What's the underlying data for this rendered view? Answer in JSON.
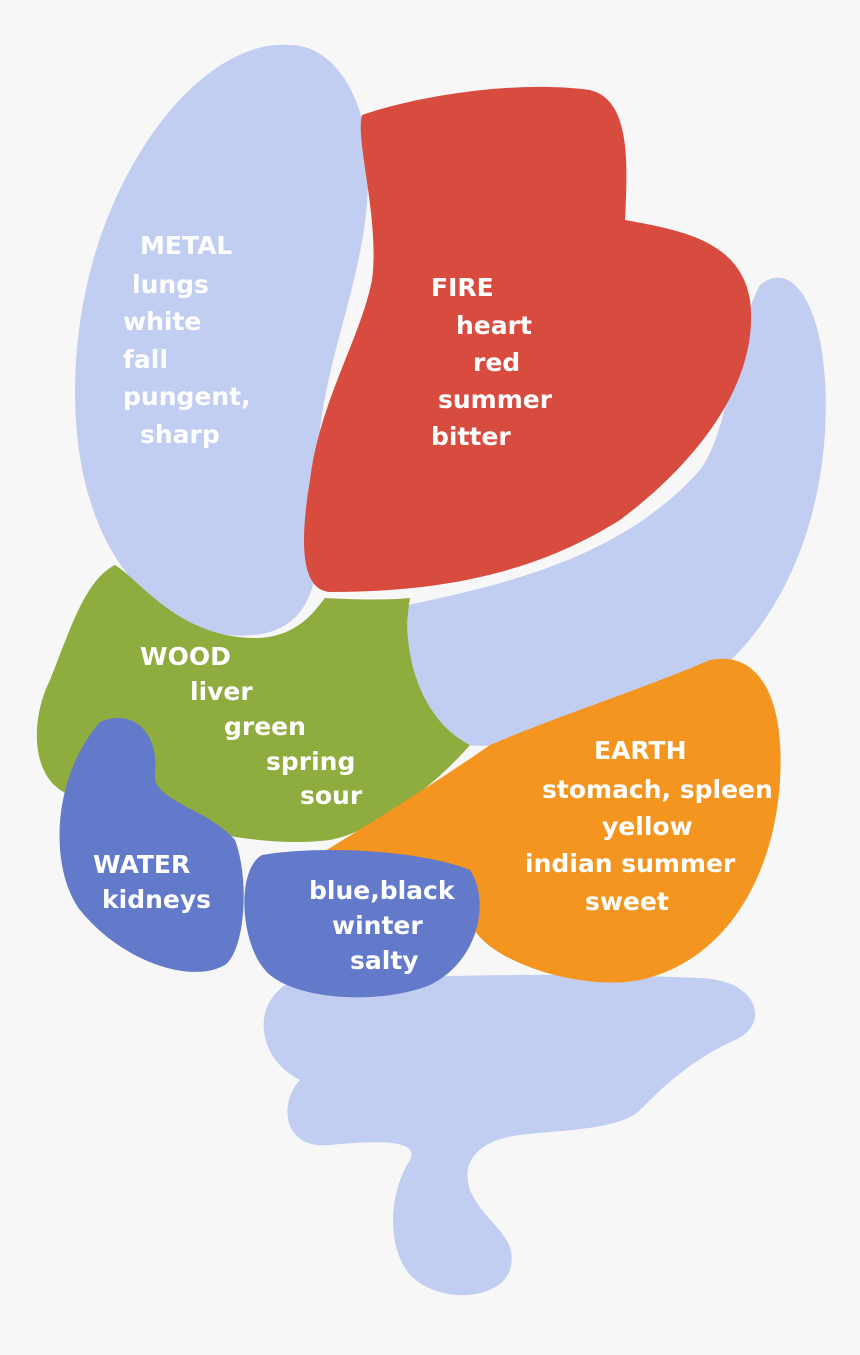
{
  "colors": {
    "background": "#f7f7f7",
    "metal": "#c2cdf2",
    "fire": "#d84c3f",
    "wood": "#8fac3e",
    "earth": "#f4951f",
    "water": "#6379c9",
    "stomach": "#c2cdf2",
    "intestine": "#c2cdf2",
    "text": "#ffffff"
  },
  "elements": {
    "metal": {
      "title": "METAL",
      "items": [
        "lungs",
        "white",
        "fall",
        "pungent,",
        "sharp"
      ]
    },
    "fire": {
      "title": "FIRE",
      "items": [
        "heart",
        "red",
        "summer",
        "bitter"
      ]
    },
    "wood": {
      "title": "WOOD",
      "items": [
        "liver",
        "green",
        "spring",
        "sour"
      ]
    },
    "earth": {
      "title": "EARTH",
      "items": [
        "stomach, spleen",
        "yellow",
        "indian summer",
        "sweet"
      ]
    },
    "water": {
      "title": "WATER",
      "items": [
        "kidneys",
        "blue,black",
        "winter",
        "salty"
      ]
    }
  }
}
